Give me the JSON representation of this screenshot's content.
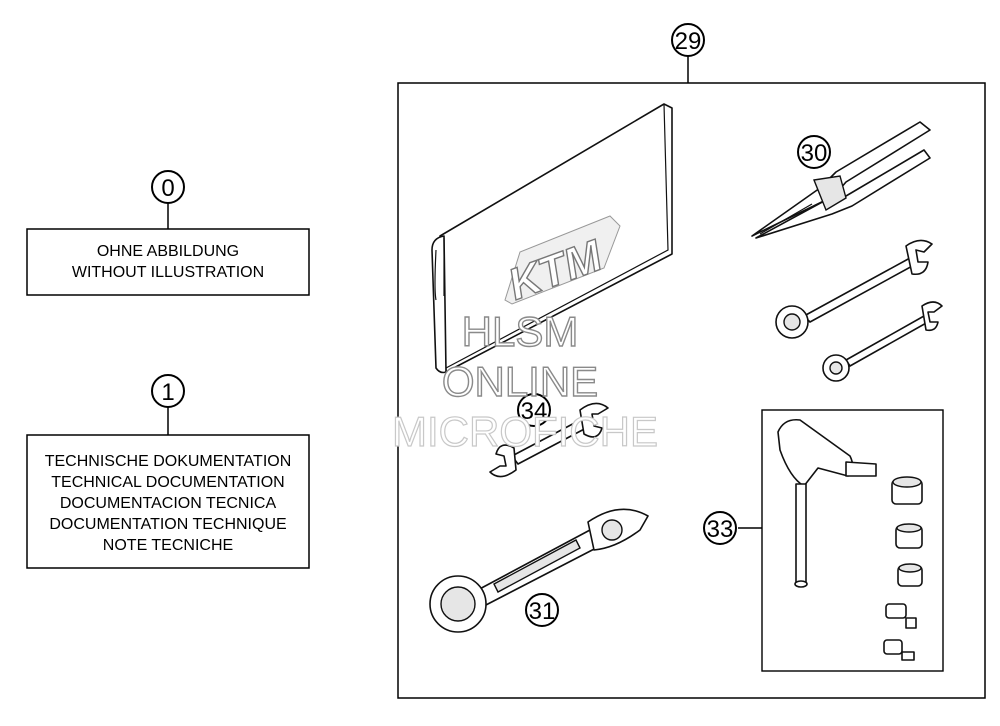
{
  "refs": {
    "r0": "0",
    "r1": "1",
    "r29": "29",
    "r30": "30",
    "r31": "31",
    "r33": "33",
    "r34": "34"
  },
  "box0": {
    "line1": "OHNE ABBILDUNG",
    "line2": "WITHOUT ILLUSTRATION"
  },
  "box1": {
    "line1": "TECHNISCHE DOKUMENTATION",
    "line2": "TECHNICAL DOCUMENTATION",
    "line3": "DOCUMENTACION TECNICA",
    "line4": "DOCUMENTATION TECHNIQUE",
    "line5": "NOTE TECNICHE"
  },
  "brand_logo": "KTM",
  "watermark": {
    "line1": "HLSM",
    "line2": "ONLINE",
    "line3": "MICROFICHE"
  }
}
